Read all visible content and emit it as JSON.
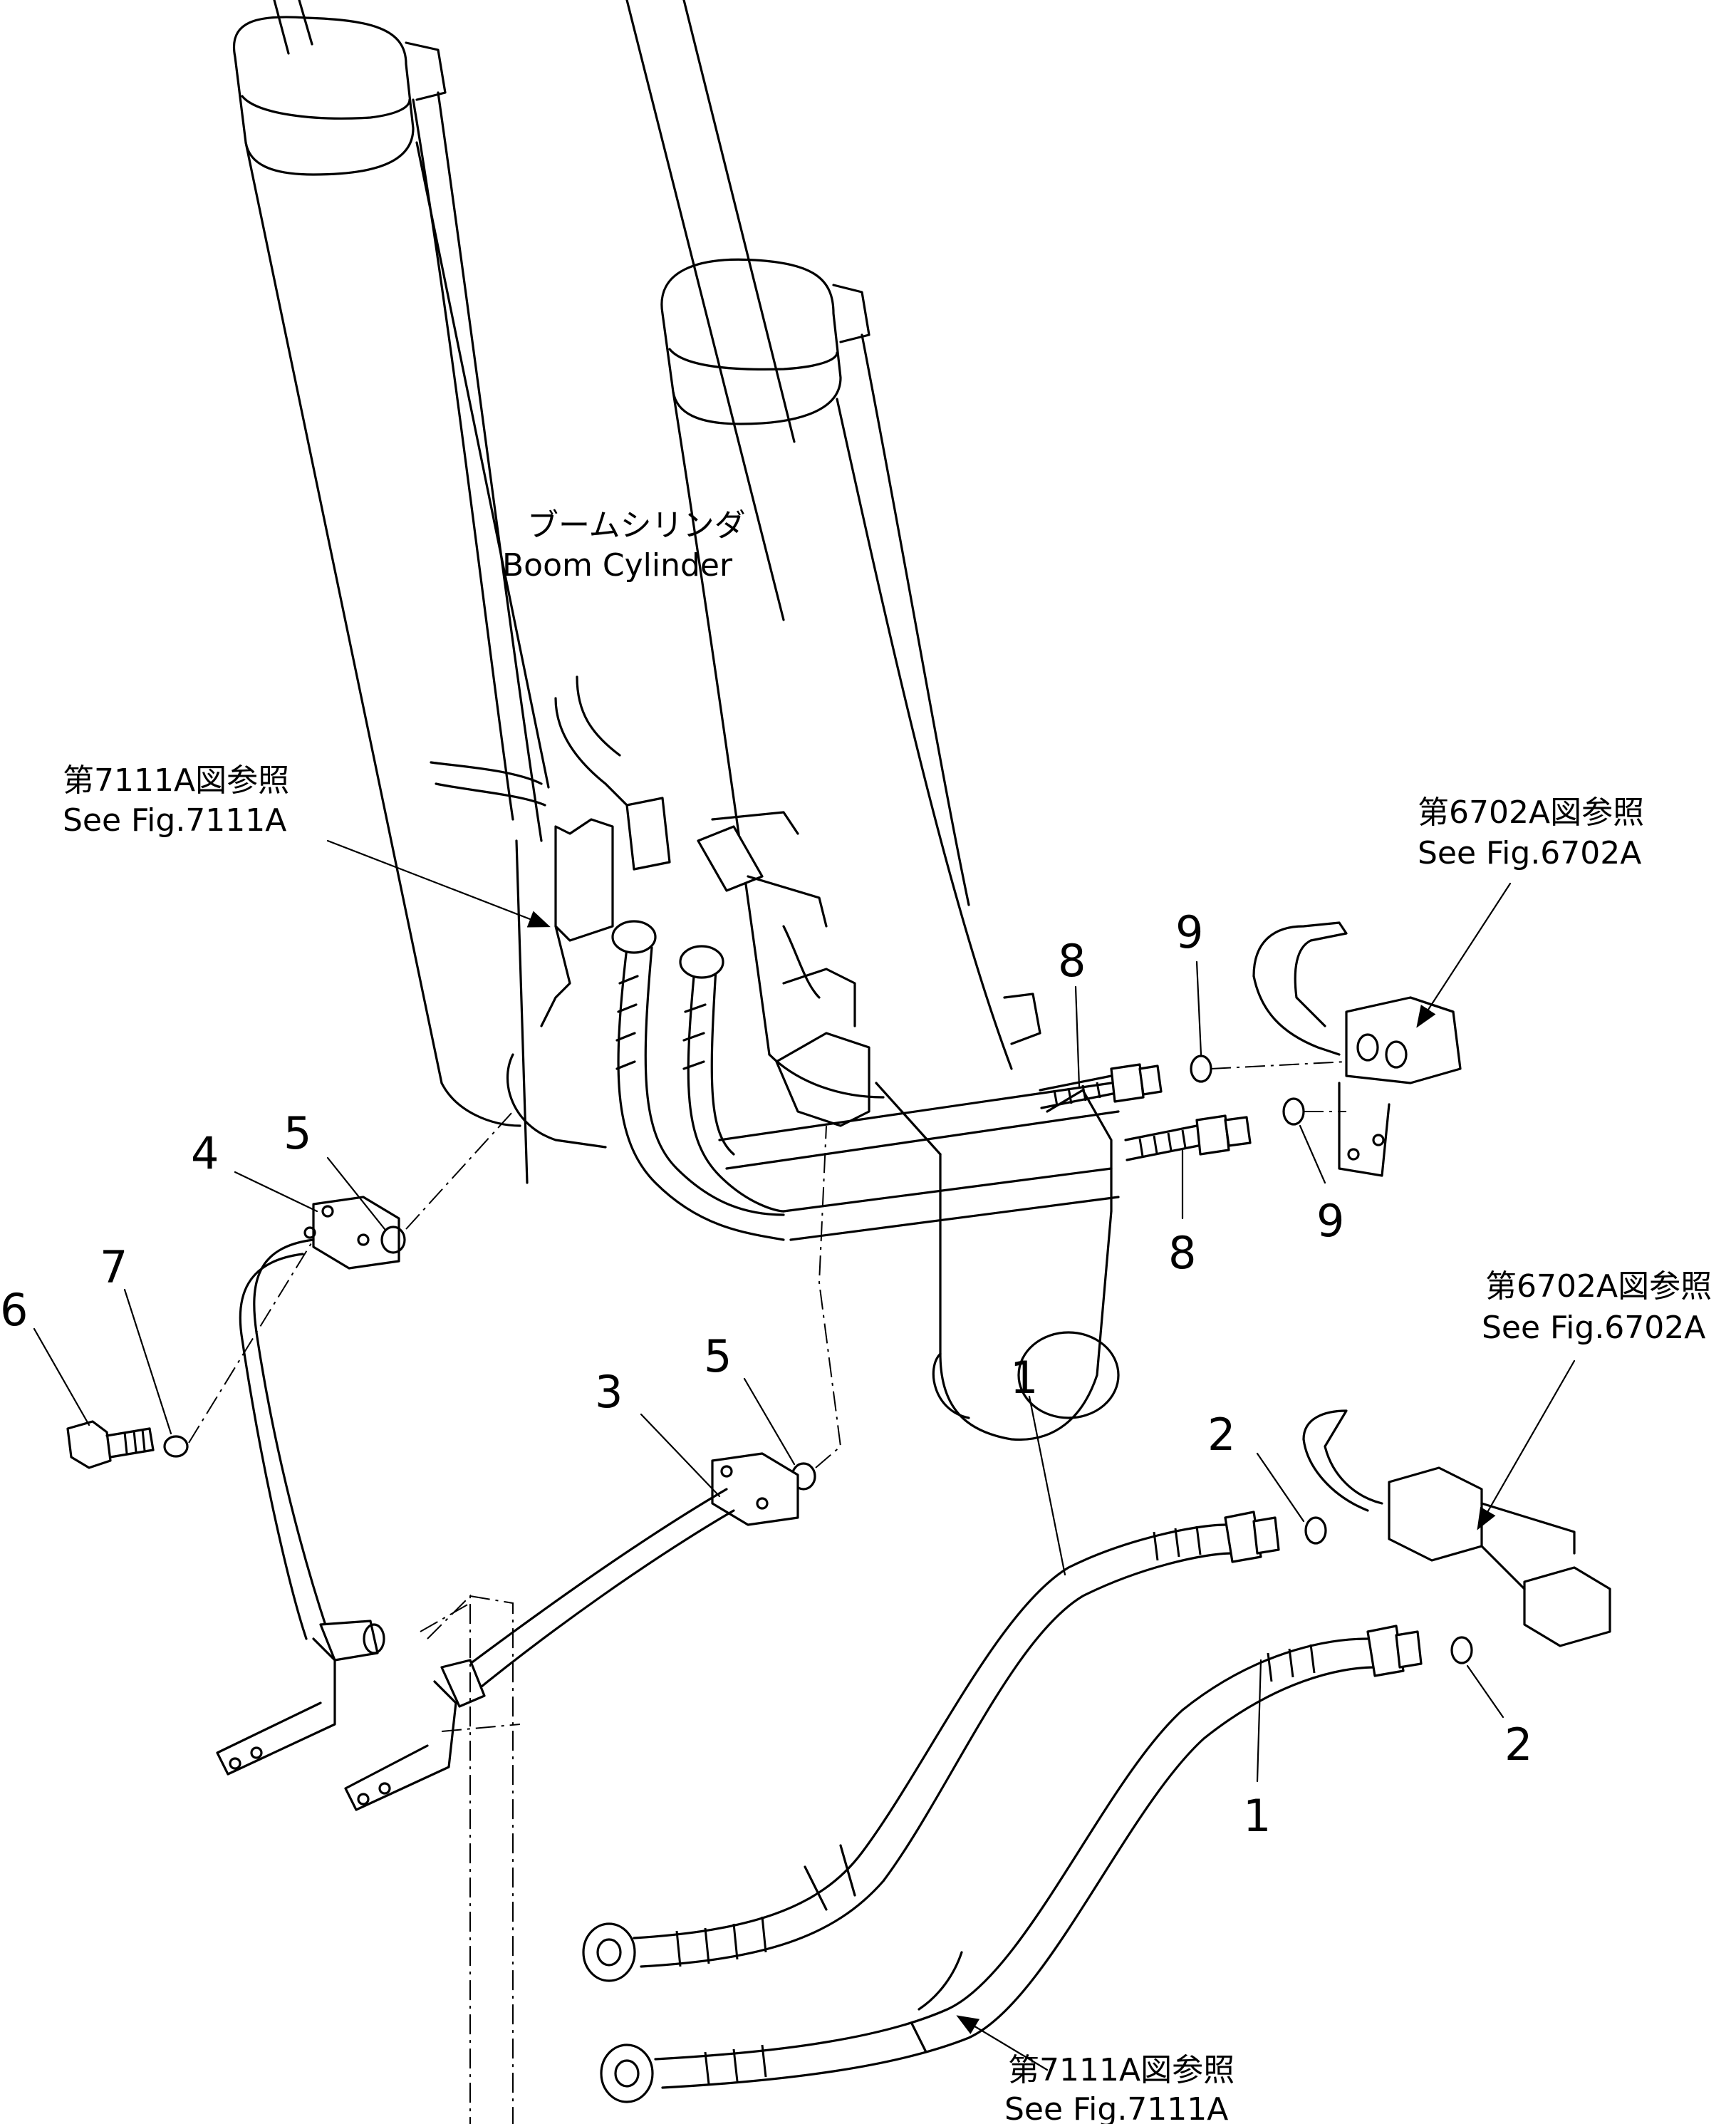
{
  "labels": {
    "boom_cylinder_jp": "ブームシリンダ",
    "boom_cylinder_en": "Boom Cylinder",
    "ref_7111a_jp": "第7111A図参照",
    "ref_7111a_en": "See Fig.7111A",
    "ref_6702a_jp": "第6702A図参照",
    "ref_6702a_en": "See Fig.6702A"
  },
  "callouts": {
    "hose_upper": "1",
    "hose_lower": "1",
    "oring_upper": "2",
    "oring_lower": "2",
    "tube_3": "3",
    "tube_4": "4",
    "oring_5_left": "5",
    "oring_5_center": "5",
    "bolt": "6",
    "washer": "7",
    "fitting_upper": "8",
    "fitting_lower": "8",
    "oring_9_upper": "9",
    "oring_9_lower": "9"
  }
}
